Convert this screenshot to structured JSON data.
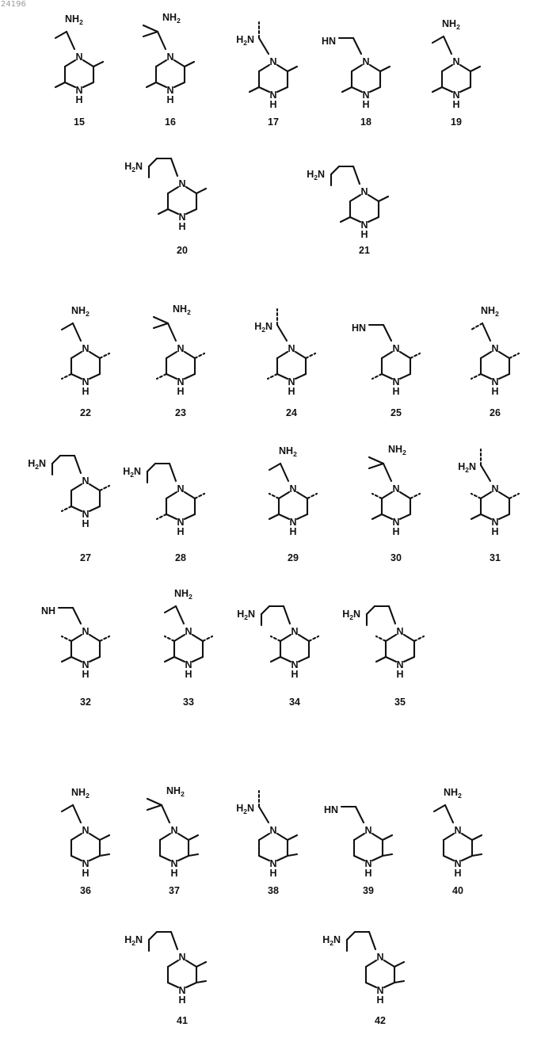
{
  "page_id": "24196",
  "compounds": [
    {
      "id": "15",
      "nh2": "NH2"
    },
    {
      "id": "16",
      "nh2": "NH2"
    },
    {
      "id": "17",
      "nh2": "H2N"
    },
    {
      "id": "18",
      "nh2": "HN"
    },
    {
      "id": "19",
      "nh2": "NH2"
    },
    {
      "id": "20",
      "nh2": "H2N"
    },
    {
      "id": "21",
      "nh2": "H2N"
    },
    {
      "id": "22",
      "nh2": "NH2"
    },
    {
      "id": "23",
      "nh2": "NH2"
    },
    {
      "id": "24",
      "nh2": "H2N"
    },
    {
      "id": "25",
      "nh2": "HN"
    },
    {
      "id": "26",
      "nh2": "NH2"
    },
    {
      "id": "27",
      "nh2": "H2N"
    },
    {
      "id": "28",
      "nh2": "H2N"
    },
    {
      "id": "29",
      "nh2": "NH2"
    },
    {
      "id": "30",
      "nh2": "NH2"
    },
    {
      "id": "31",
      "nh2": "H2N"
    },
    {
      "id": "32",
      "nh2": "NH"
    },
    {
      "id": "33",
      "nh2": "NH2"
    },
    {
      "id": "34",
      "nh2": "H2N"
    },
    {
      "id": "35",
      "nh2": "H2N"
    },
    {
      "id": "36",
      "nh2": "NH2"
    },
    {
      "id": "37",
      "nh2": "NH2"
    },
    {
      "id": "38",
      "nh2": "H2N"
    },
    {
      "id": "39",
      "nh2": "HN"
    },
    {
      "id": "40",
      "nh2": "NH2"
    },
    {
      "id": "41",
      "nh2": "H2N"
    },
    {
      "id": "42",
      "nh2": "H2N"
    }
  ],
  "ring_atoms": {
    "n_top": "N",
    "n_bottom": "N",
    "h": "H"
  }
}
